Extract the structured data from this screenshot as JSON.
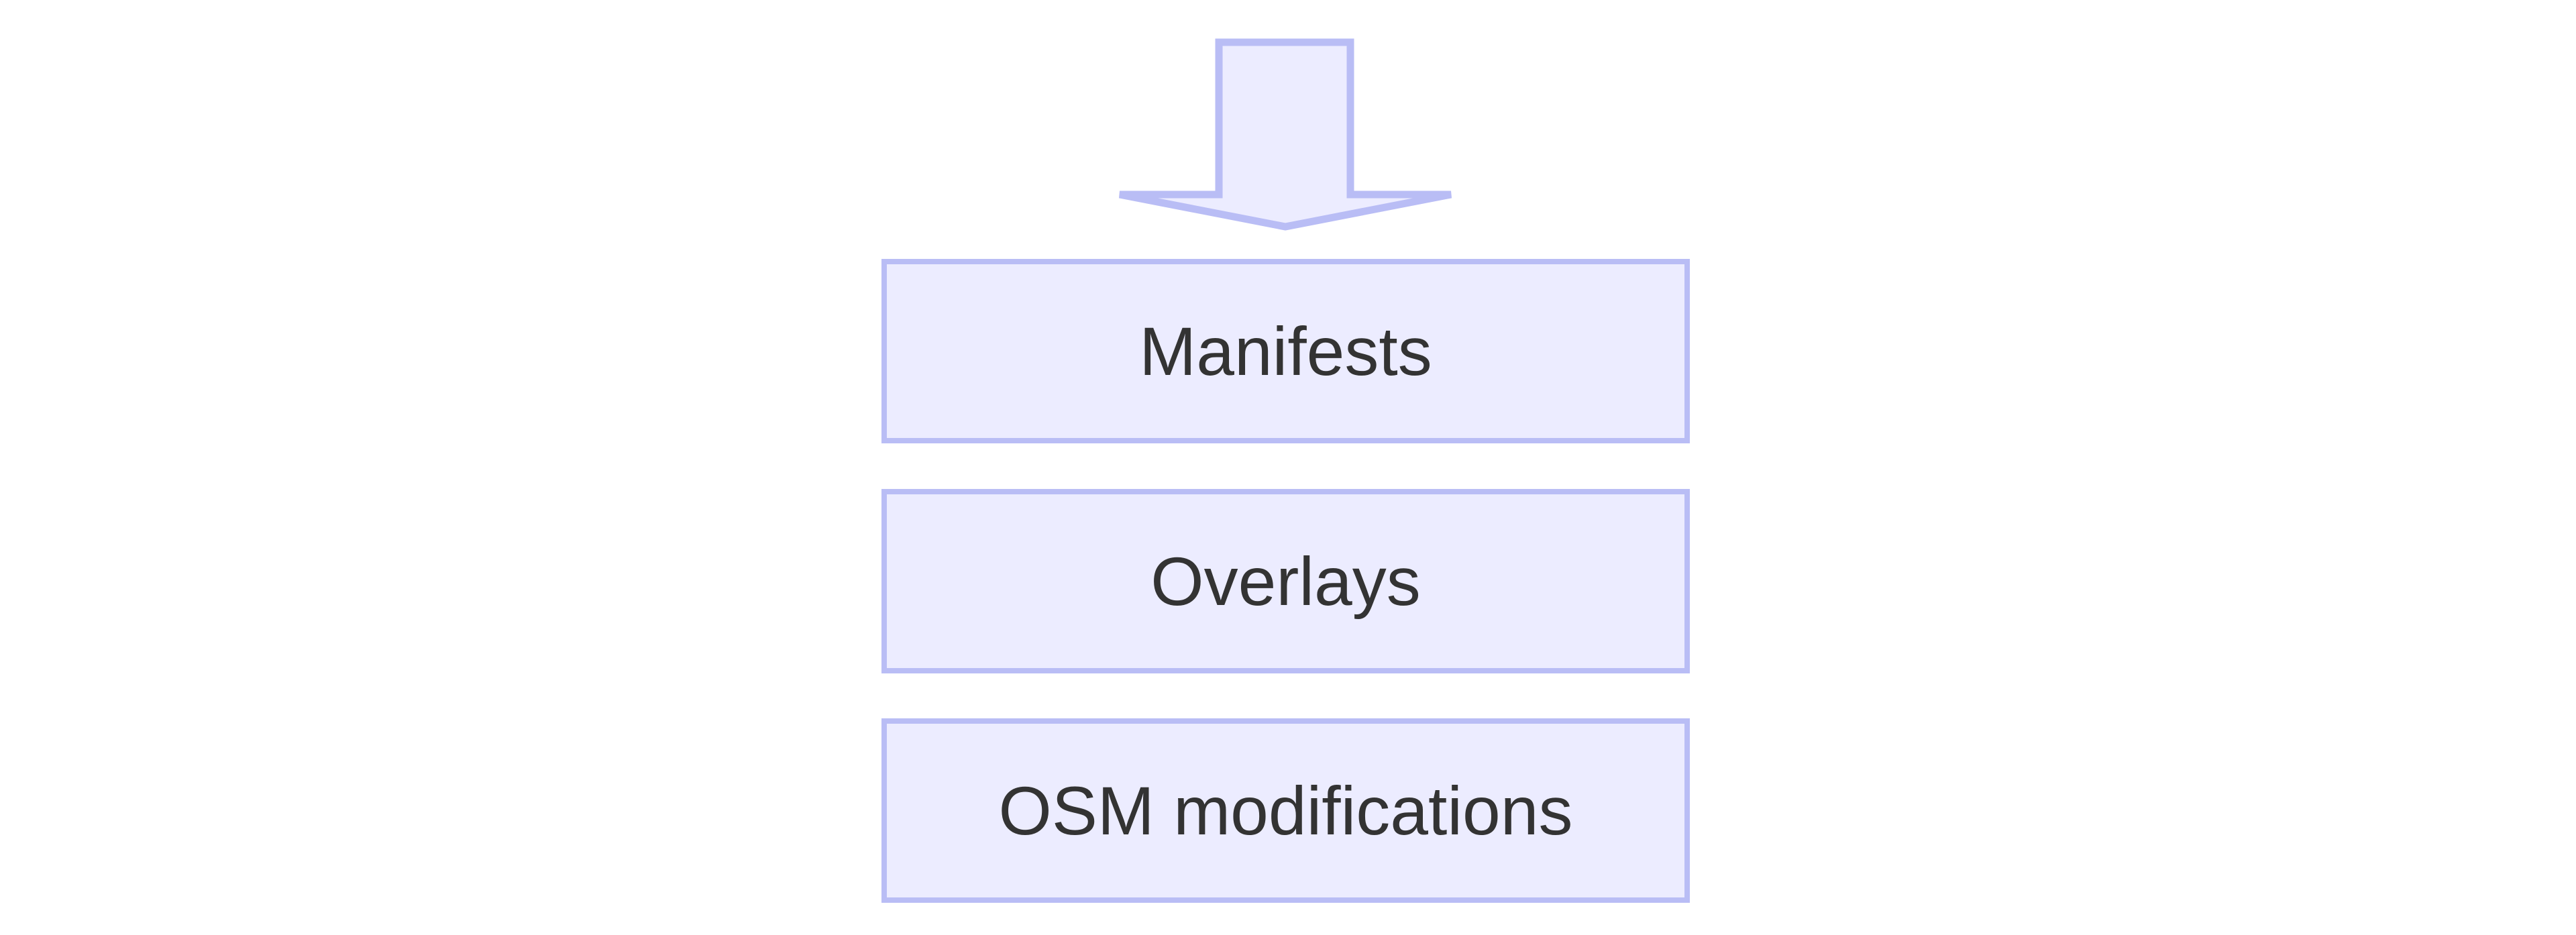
{
  "diagram": {
    "type": "flowchart",
    "direction": "top-down",
    "background_color": "#ffffff",
    "node_fill_color": "#ececff",
    "node_stroke_color": "#b9bdf5",
    "node_text_color": "#333333",
    "arrow_fill_color": "#ececff",
    "arrow_stroke_color": "#b9bdf5",
    "arrow": {
      "name": "down-arrow",
      "direction": "down",
      "points_to": "Manifests"
    },
    "nodes": [
      {
        "id": "manifests",
        "label": "Manifests"
      },
      {
        "id": "overlays",
        "label": "Overlays"
      },
      {
        "id": "osm",
        "label": "OSM modifications"
      }
    ]
  }
}
